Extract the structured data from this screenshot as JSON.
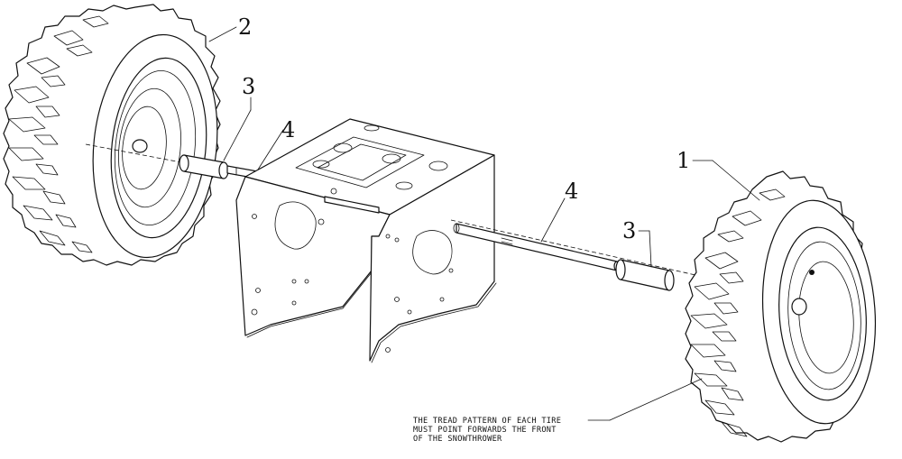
{
  "callouts": {
    "c1": "1",
    "c2": "2",
    "c3a": "3",
    "c3b": "3",
    "c4a": "4",
    "c4b": "4"
  },
  "note": {
    "line1": "THE TREAD PATTERN OF EACH TIRE",
    "line2": "MUST POINT FORWARDS THE FRONT",
    "line3": "OF THE SNOWTHROWER"
  }
}
